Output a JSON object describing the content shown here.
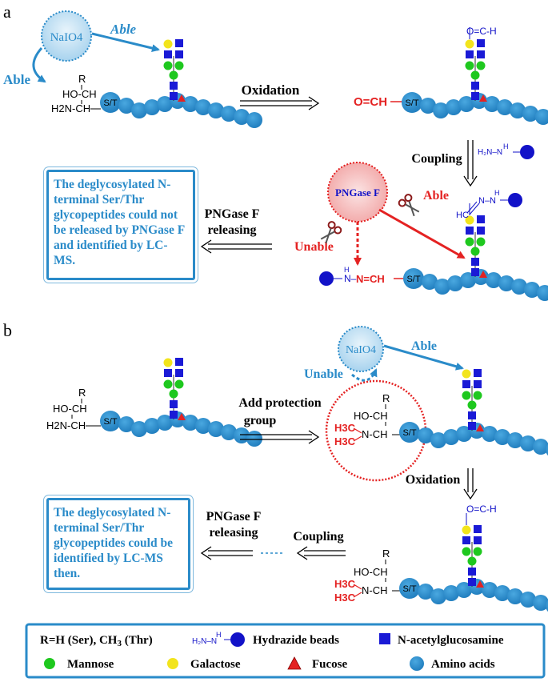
{
  "panel_a": {
    "label": "a",
    "naio4": "NaIO4",
    "able_top": "Able",
    "able_left": "Able",
    "oxidation": "Oxidation",
    "coupling": "Coupling",
    "pngase_f": "PNGase F",
    "able_red": "Able",
    "unable_red": "Unable",
    "pngase_releasing_1": "PNGase F",
    "pngase_releasing_2": "releasing",
    "aldehyde": "O=CH",
    "hydrazone": "N=CH",
    "box_text": "The deglycosylated N-terminal Ser/Thr glycopeptides could not be released by PNGase F and identified by LC-MS."
  },
  "panel_b": {
    "label": "b",
    "naio4": "NaIO4",
    "able": "Able",
    "unable": "Unable",
    "add_protection_1": "Add protection",
    "add_protection_2": "group",
    "oxidation": "Oxidation",
    "coupling": "Coupling",
    "pngase_releasing_1": "PNGase F",
    "pngase_releasing_2": "releasing",
    "box_text": "The deglycosylated N-terminal Ser/Thr glycopeptides could be identified by LC-MS then."
  },
  "chem": {
    "st": "S/T",
    "r": "R",
    "ho_ch": "HO-CH",
    "h2n_ch": "H2N-CH",
    "oeq_ch": "O=C-H",
    "h3c": "H3C",
    "n_ch": "N-CH",
    "hc_eq": "HC",
    "n_eq_n": "N=N",
    "hn": "H"
  },
  "legend": {
    "r_def": "R=H (Ser), CH3 (Thr)",
    "hydrazide": "Hydrazide beads",
    "glcnac": "N-acetylglucosamine",
    "mannose": "Mannose",
    "galactose": "Galactose",
    "fucose": "Fucose",
    "amino": "Amino acids"
  },
  "colors": {
    "blue_text": "#2a8bc9",
    "amino_acid": "#2a8bc9",
    "glcnac": "#1a1ad6",
    "mannose": "#1ec81e",
    "galactose": "#f2e41c",
    "fucose": "#e42222",
    "red_text": "#e42222",
    "dark_blue": "#1212c8"
  }
}
